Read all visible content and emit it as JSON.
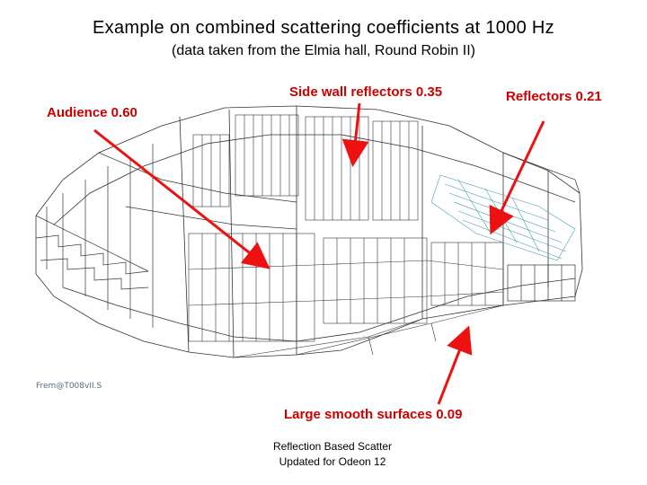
{
  "title": "Example on combined scattering coefficients at 1000 Hz",
  "subtitle": "(data taken from the Elmia hall, Round Robin II)",
  "labels": {
    "audience": "Audience 0.60",
    "side_wall": "Side wall reflectors 0.35",
    "reflectors": "Reflectors 0.21",
    "smooth": "Large smooth surfaces 0.09"
  },
  "stamp": "Frem@T008vII.S",
  "footer": {
    "line1": "Reflection Based Scatter",
    "line2": "Updated for Odeon 12"
  },
  "colors": {
    "arrow": "#ee1111",
    "label": "#cc0000",
    "wireframe": "#333333",
    "reflector_mesh": "#4a9fb0"
  }
}
